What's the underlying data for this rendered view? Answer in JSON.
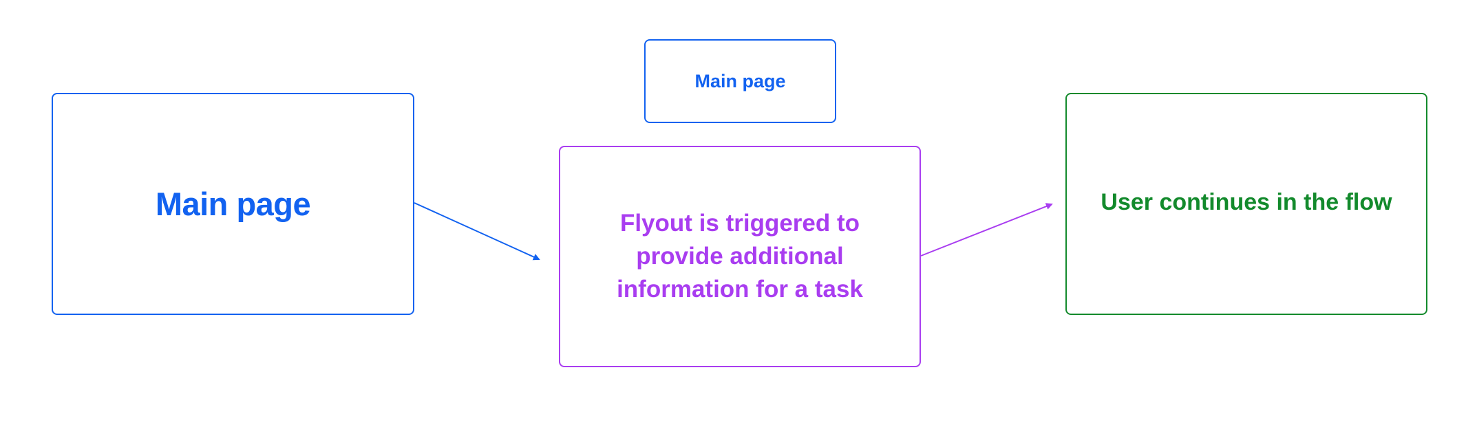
{
  "nodes": {
    "main_page_large": "Main page",
    "main_page_small": "Main page",
    "flyout": "Flyout is triggered to provide additional information for a task",
    "user_continues": "User continues in the flow"
  },
  "edges": [
    {
      "from": "main_page_large",
      "to": "flyout"
    },
    {
      "from": "flyout",
      "to": "user_continues"
    }
  ],
  "colors": {
    "main": "#1262f0",
    "flyout": "#a93df0",
    "continue": "#138a2c"
  }
}
